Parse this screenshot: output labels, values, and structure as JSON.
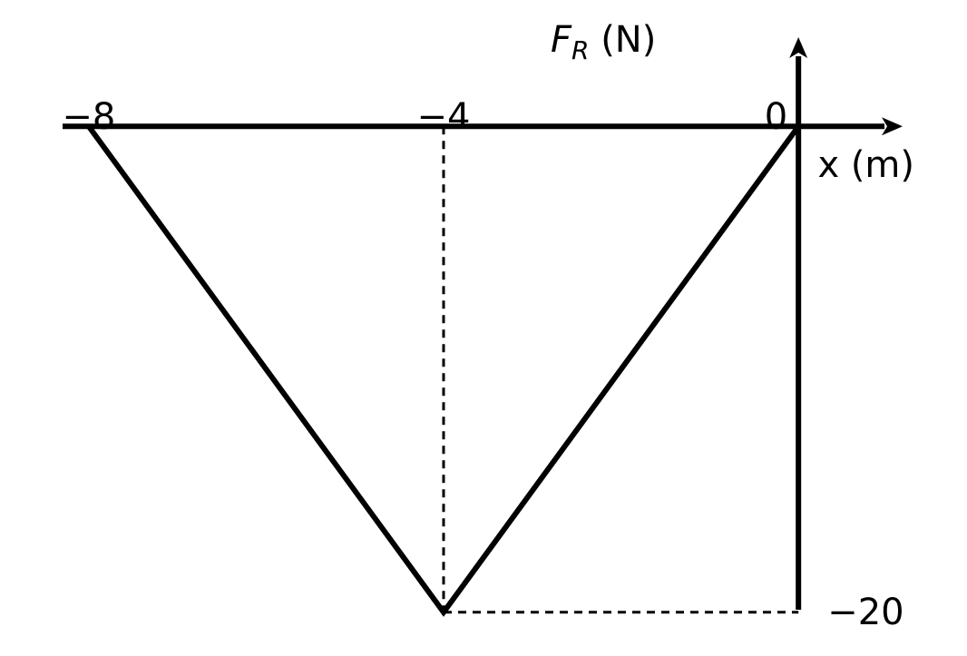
{
  "chart_data": {
    "type": "line",
    "xlabel": "x (m)",
    "ylabel_main": "F",
    "ylabel_sub": "R",
    "ylabel_unit": " (N)",
    "x_ticks": [
      {
        "value": -8,
        "label": "−8"
      },
      {
        "value": -4,
        "label": "−4"
      },
      {
        "value": 0,
        "label": "0"
      }
    ],
    "y_ticks": [
      {
        "value": -20,
        "label": "−20"
      }
    ],
    "xlim": [
      -9,
      1.9
    ],
    "ylim": [
      -21.8,
      5.2
    ],
    "series": [
      {
        "x": [
          -8,
          -4,
          0
        ],
        "y": [
          0,
          -20,
          0
        ]
      }
    ],
    "guides": [
      {
        "x": [
          -4,
          -4
        ],
        "y": [
          0,
          -20
        ]
      },
      {
        "x": [
          -4,
          0
        ],
        "y": [
          -20,
          -20
        ]
      }
    ],
    "colors": {
      "line": "#000000"
    }
  }
}
